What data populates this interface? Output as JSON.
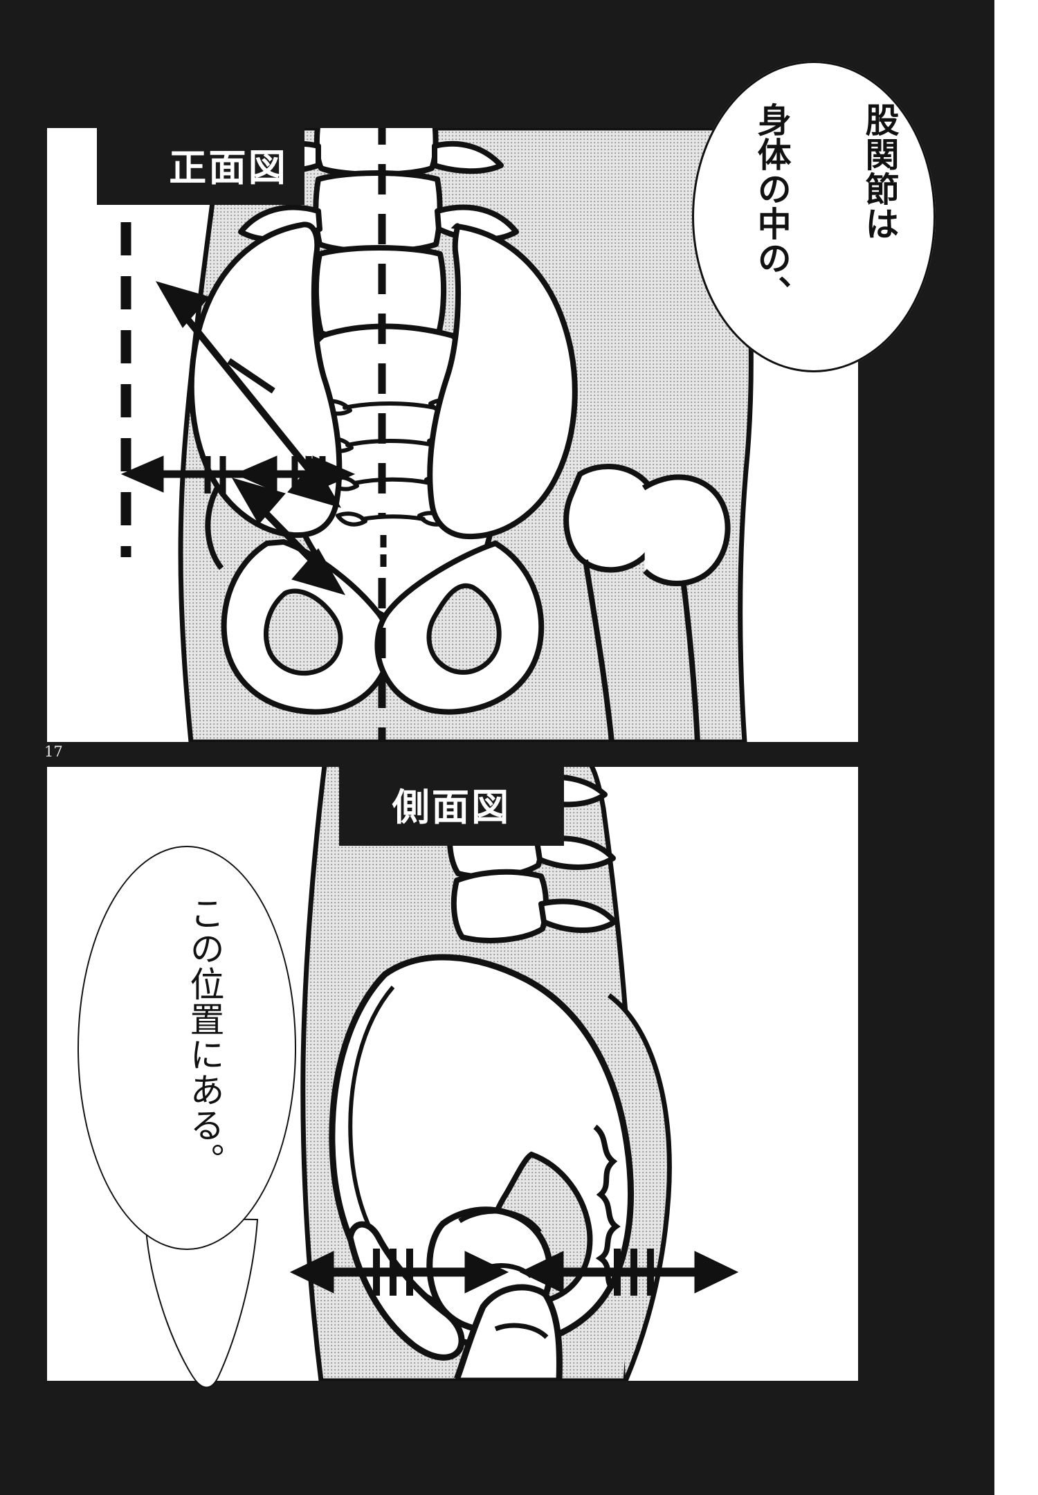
{
  "page": {
    "number": "17",
    "background_color": "#1a1a1a",
    "panel_color": "#ffffff",
    "ink_color": "#111111",
    "tone_color": "#e2e2e2"
  },
  "panels": [
    {
      "id": "front-view",
      "title": "正面図",
      "title_reading": "front view",
      "content_description": "Anterior view of pelvis and hip joints with screentone body silhouette, dashed vertical midline, dashed vertical left body-axis line, and double-headed measurement arrows with tick marks indicating the hip joint location."
    },
    {
      "id": "side-view",
      "title": "側面図",
      "title_reading": "side view",
      "content_description": "Lateral view of pelvis and femoral head with screentone body silhouette and two double-headed measurement arrows with triple tick marks meeting at the hip joint center."
    }
  ],
  "balloons": [
    {
      "id": "balloon-top",
      "panel": "front-view",
      "columns": [
        "股関節は",
        "身体の中の、"
      ]
    },
    {
      "id": "balloon-bottom",
      "panel": "side-view",
      "columns": [
        "この位置にある。"
      ]
    }
  ],
  "annotations": {
    "front": {
      "midline_label": "dashed-midline",
      "axis_label": "dashed-body-axis",
      "arrow_horizontal_left": "double-headed-arrow-with-2-ticks",
      "arrow_horizontal_right": "double-headed-arrow-with-3-ticks",
      "arrow_diagonal": "double-headed-arrow-with-1-tick"
    },
    "side": {
      "arrow_left": "double-headed-arrow-with-3-ticks",
      "arrow_right": "double-headed-arrow-with-3-ticks"
    }
  }
}
